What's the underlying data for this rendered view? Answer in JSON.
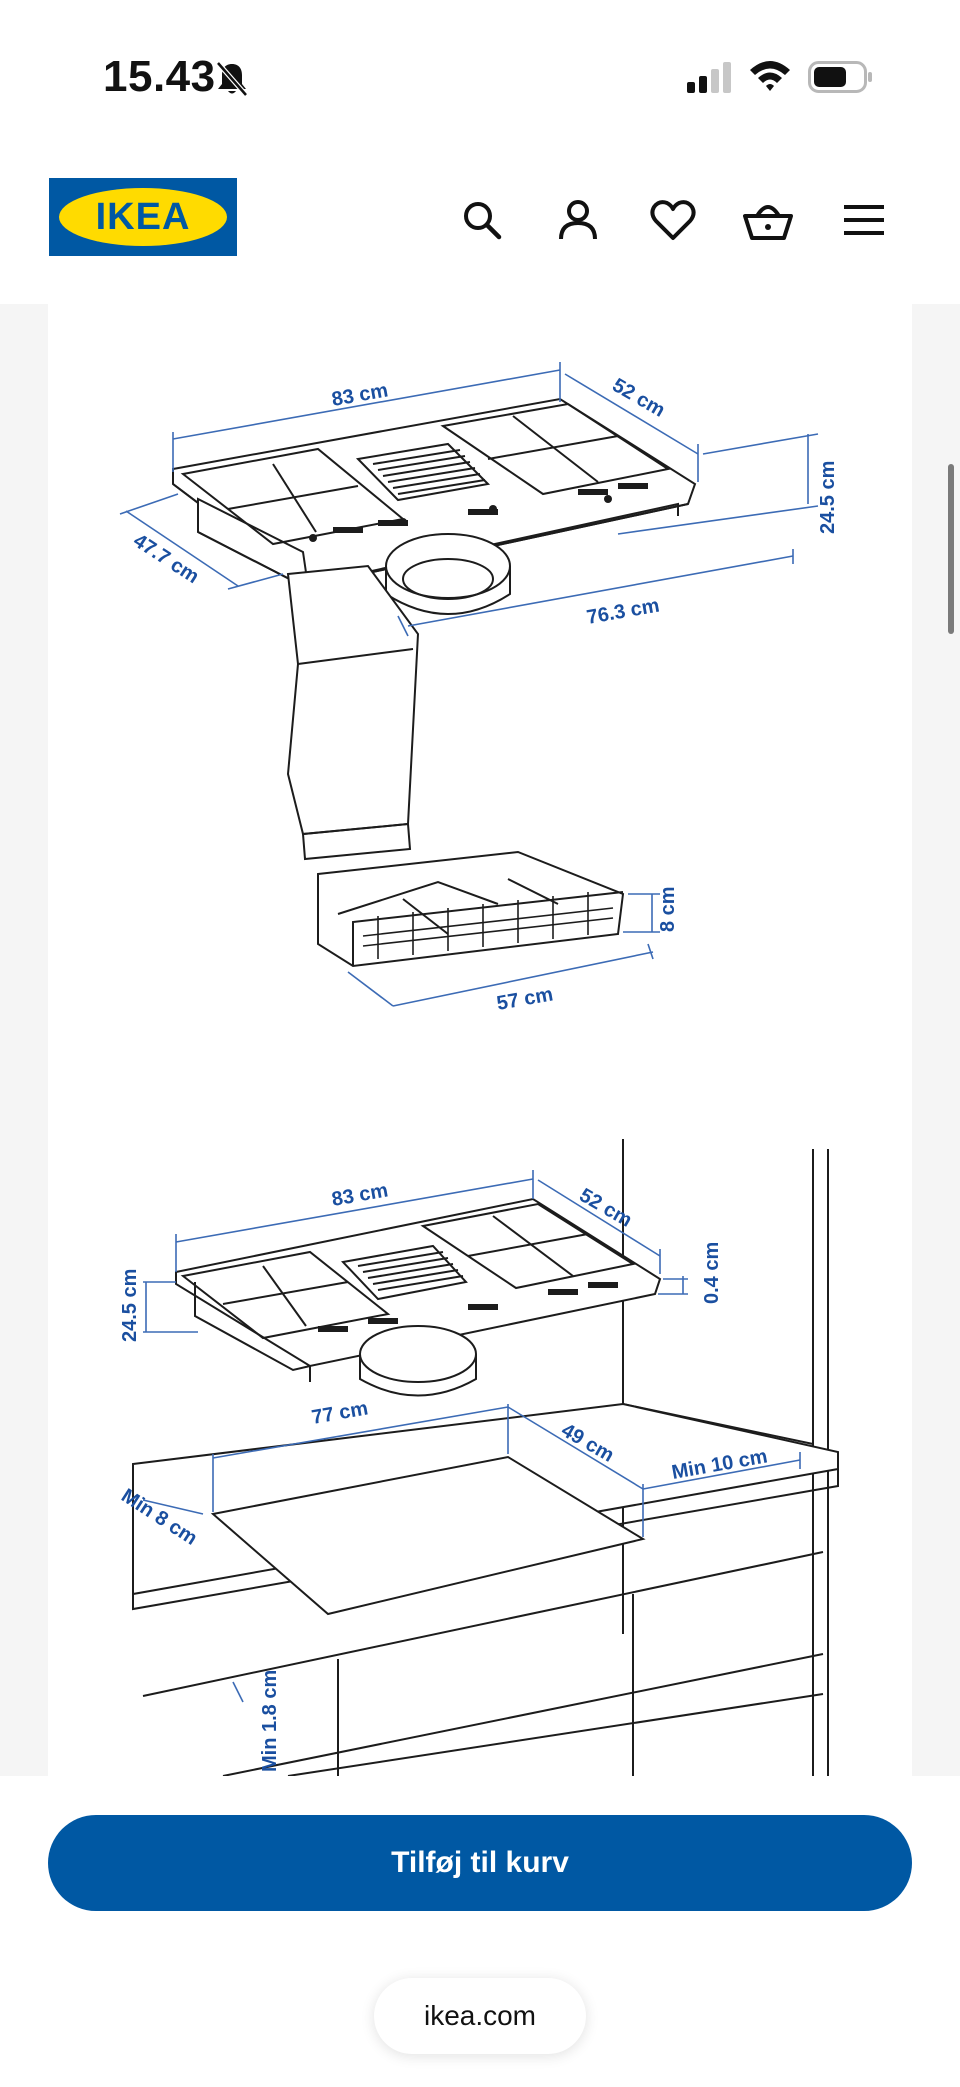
{
  "status_bar": {
    "time": "15.43",
    "icons": [
      "bell-slash-icon",
      "cellular-signal-icon",
      "wifi-icon",
      "battery-icon"
    ]
  },
  "header": {
    "logo_text": "IKEA",
    "icons": [
      "search-icon",
      "account-icon",
      "heart-icon",
      "basket-icon",
      "menu-icon"
    ],
    "brand_colors": {
      "blue": "#0058a3",
      "yellow": "#ffdb00"
    }
  },
  "drawing1": {
    "dimensions": {
      "width": "83 cm",
      "depth": "52 cm",
      "height": "24.5 cm",
      "left_depth": "47.7 cm",
      "bottom_width": "76.3 cm",
      "filter_height": "8 cm",
      "filter_width": "57 cm"
    }
  },
  "drawing2": {
    "dimensions": {
      "width": "83 cm",
      "depth": "52 cm",
      "glass": "0.4 cm",
      "height": "24.5 cm",
      "cutout_width": "77 cm",
      "cutout_depth": "49 cm",
      "min_back": "Min 10 cm",
      "min_front": "Min 8 cm",
      "min_thickness": "Min 1.8 cm"
    }
  },
  "actions": {
    "add_to_cart": "Tilføj til kurv"
  },
  "browser": {
    "url": "ikea.com"
  }
}
